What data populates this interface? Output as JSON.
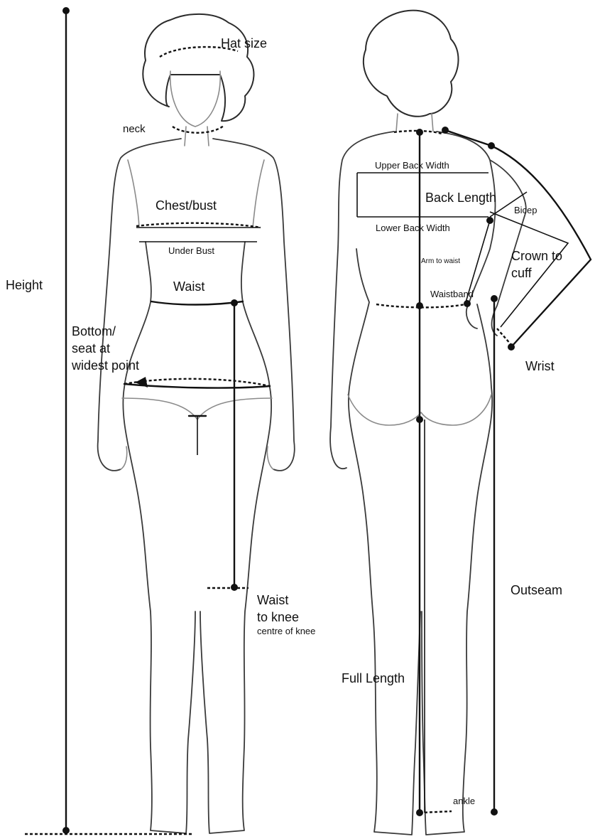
{
  "labels": {
    "hat_size": "Hat size",
    "neck": "neck",
    "chest_bust": "Chest/bust",
    "under_bust": "Under Bust",
    "waist": "Waist",
    "bottom_1": "Bottom/",
    "bottom_2": "seat at",
    "bottom_3": "widest point",
    "height": "Height",
    "waist_to_knee_1": "Waist",
    "waist_to_knee_2": "to knee",
    "centre_of_knee": "centre of knee",
    "upper_back_width": "Upper Back Width",
    "back_length": "Back Length",
    "bicep": "Bicep",
    "lower_back_width": "Lower Back Width",
    "arm_to_waist": "Arm to waist",
    "crown_to_cuff_1": "Crown to",
    "crown_to_cuff_2": "cuff",
    "waistband": "Waistband",
    "wrist": "Wrist",
    "outseam": "Outseam",
    "full_length": "Full Length",
    "ankle": "ankle"
  }
}
